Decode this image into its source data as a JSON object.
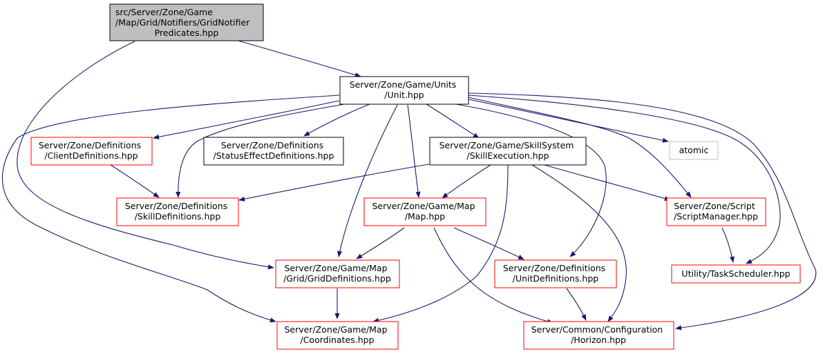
{
  "colors": {
    "edge": "#191970",
    "root_fill": "#bfbfbf",
    "node_border_default": "#000000",
    "node_border_truncated": "#ff0000",
    "node_border_external": "#bfbfbf",
    "text": "#000000"
  },
  "nodes": [
    {
      "id": "root",
      "lines": [
        "src/Server/Zone/Game",
        "/Map/Grid/Notifiers/GridNotifier",
        "Predicates.hpp"
      ],
      "style": "root"
    },
    {
      "id": "unit",
      "lines": [
        "Server/Zone/Game/Units",
        "/Unit.hpp"
      ],
      "style": "default"
    },
    {
      "id": "clientdefs",
      "lines": [
        "Server/Zone/Definitions",
        "/ClientDefinitions.hpp"
      ],
      "style": "truncated"
    },
    {
      "id": "statuseffect",
      "lines": [
        "Server/Zone/Definitions",
        "/StatusEffectDefinitions.hpp"
      ],
      "style": "default"
    },
    {
      "id": "skillexec",
      "lines": [
        "Server/Zone/Game/SkillSystem",
        "/SkillExecution.hpp"
      ],
      "style": "default"
    },
    {
      "id": "atomic",
      "lines": [
        "atomic"
      ],
      "style": "external"
    },
    {
      "id": "skilldefs",
      "lines": [
        "Server/Zone/Definitions",
        "/SkillDefinitions.hpp"
      ],
      "style": "truncated"
    },
    {
      "id": "map",
      "lines": [
        "Server/Zone/Game/Map",
        "/Map.hpp"
      ],
      "style": "truncated"
    },
    {
      "id": "scriptmgr",
      "lines": [
        "Server/Zone/Script",
        "/ScriptManager.hpp"
      ],
      "style": "truncated"
    },
    {
      "id": "griddefs",
      "lines": [
        "Server/Zone/Game/Map",
        "/Grid/GridDefinitions.hpp"
      ],
      "style": "truncated"
    },
    {
      "id": "unitdefs",
      "lines": [
        "Server/Zone/Definitions",
        "/UnitDefinitions.hpp"
      ],
      "style": "truncated"
    },
    {
      "id": "taskscheduler",
      "lines": [
        "Utility/TaskScheduler.hpp"
      ],
      "style": "truncated"
    },
    {
      "id": "coordinates",
      "lines": [
        "Server/Zone/Game/Map",
        "/Coordinates.hpp"
      ],
      "style": "truncated"
    },
    {
      "id": "horizon",
      "lines": [
        "Server/Common/Configuration",
        "/Horizon.hpp"
      ],
      "style": "truncated"
    }
  ],
  "edges": [
    {
      "from": "root",
      "to": "unit"
    },
    {
      "from": "root",
      "to": "griddefs"
    },
    {
      "from": "unit",
      "to": "clientdefs"
    },
    {
      "from": "unit",
      "to": "statuseffect"
    },
    {
      "from": "unit",
      "to": "skillexec"
    },
    {
      "from": "unit",
      "to": "atomic"
    },
    {
      "from": "unit",
      "to": "skilldefs"
    },
    {
      "from": "unit",
      "to": "map"
    },
    {
      "from": "unit",
      "to": "griddefs"
    },
    {
      "from": "unit",
      "to": "scriptmgr"
    },
    {
      "from": "unit",
      "to": "unitdefs"
    },
    {
      "from": "unit",
      "to": "taskscheduler"
    },
    {
      "from": "unit",
      "to": "coordinates"
    },
    {
      "from": "unit",
      "to": "horizon"
    },
    {
      "from": "clientdefs",
      "to": "skilldefs"
    },
    {
      "from": "skillexec",
      "to": "skilldefs"
    },
    {
      "from": "skillexec",
      "to": "map"
    },
    {
      "from": "skillexec",
      "to": "scriptmgr"
    },
    {
      "from": "skillexec",
      "to": "coordinates"
    },
    {
      "from": "skillexec",
      "to": "horizon"
    },
    {
      "from": "map",
      "to": "griddefs"
    },
    {
      "from": "map",
      "to": "unitdefs"
    },
    {
      "from": "map",
      "to": "horizon"
    },
    {
      "from": "scriptmgr",
      "to": "taskscheduler"
    },
    {
      "from": "griddefs",
      "to": "coordinates"
    },
    {
      "from": "unitdefs",
      "to": "horizon"
    }
  ]
}
